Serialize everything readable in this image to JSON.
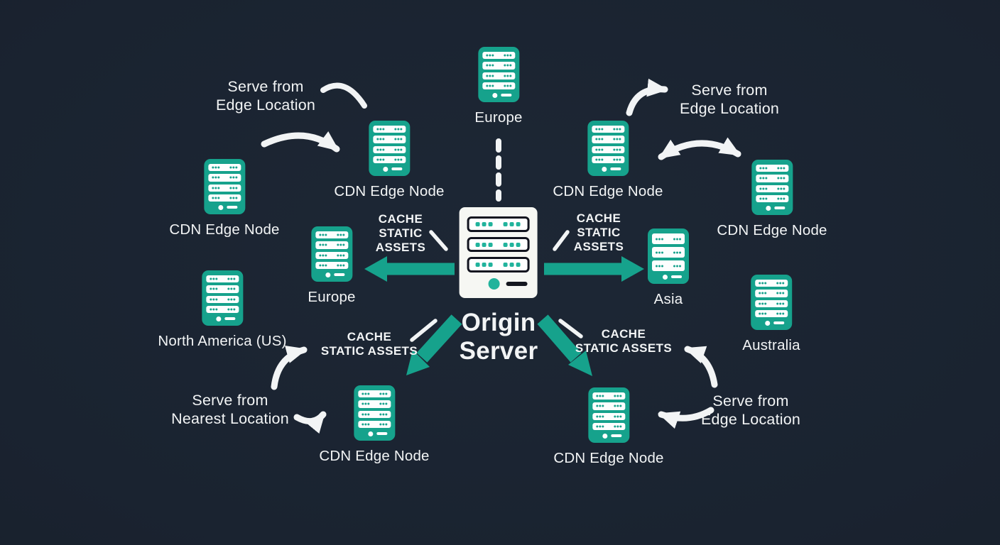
{
  "diagram": {
    "title_hint": "CDN origin and edge node diagram",
    "origin": {
      "label": "Origin\nServer"
    },
    "nodes": {
      "top_europe": {
        "label": "Europe"
      },
      "nw_outer_edge": {
        "label": "CDN Edge Node"
      },
      "nw_inner_edge": {
        "label": "CDN Edge Node"
      },
      "north_america": {
        "label": "North America (US)"
      },
      "mid_left_europe": {
        "label": "Europe"
      },
      "asia": {
        "label": "Asia"
      },
      "ne_inner_edge": {
        "label": "CDN Edge Node"
      },
      "ne_outer_edge": {
        "label": "CDN Edge Node"
      },
      "australia": {
        "label": "Australia"
      },
      "sw_edge": {
        "label": "CDN Edge Node"
      },
      "se_edge": {
        "label": "CDN Edge Node"
      }
    },
    "annotations": {
      "serve_edge_nw": "Serve from\nEdge Location",
      "serve_edge_ne": "Serve from\nEdge Location",
      "serve_nearest_sw": "Serve from\nNearest Location",
      "serve_edge_se": "Serve from\nEdge Location",
      "cache_left": "CACHE\nSTATIC\nASSETS",
      "cache_right": "CACHE\nSTATIC\nASSETS",
      "cache_sw": "CACHE\nSTATIC ASSETS",
      "cache_se": "CACHE\nSTATIC ASSETS"
    },
    "colors": {
      "background": "#1a2330",
      "server_teal": "#16a28c",
      "origin_accent_teal": "#21b39c",
      "origin_body": "#f6f7f3",
      "text_white": "#f2f4f5"
    }
  }
}
